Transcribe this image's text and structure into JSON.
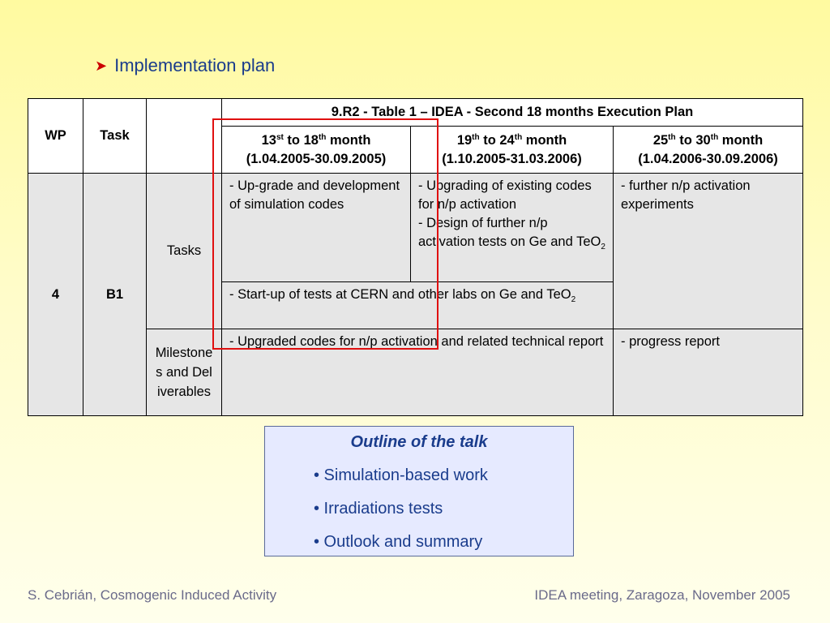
{
  "heading": {
    "bullet_icon": "arrow-bullet-icon",
    "text": "Implementation plan"
  },
  "table": {
    "title": "9.R2 - Table 1 – IDEA - Second 18 months Execution Plan",
    "col_wp": "WP",
    "col_task": "Task",
    "periods": [
      {
        "num": "13",
        "sup": "st",
        "mid": " to 18",
        "sup2": "th",
        "end": " month",
        "dates": "(1.04.2005-30.09.2005)"
      },
      {
        "num": "19",
        "sup": "th",
        "mid": " to 24",
        "sup2": "th",
        "end": " month",
        "dates": "(1.10.2005-31.03.2006)"
      },
      {
        "num": "25",
        "sup": "th",
        "mid": " to 30",
        "sup2": "th",
        "end": " month",
        "dates": "(1.04.2006-30.09.2006)"
      }
    ],
    "wp_value": "4",
    "task_value": "B1",
    "tasks_label": "Tasks",
    "tasks_p1": "- Up-grade and development of simulation codes",
    "tasks_p2_a": "- Upgrading of existing codes for n/p activation",
    "tasks_p2_b": "- Design of further n/p activation tests on Ge and TeO",
    "tasks_p2_b_sub": "2",
    "tasks_p3": "- further n/p activation experiments",
    "tasks_p12_row2": "- Start-up of tests at CERN and other labs on Ge and TeO",
    "tasks_p12_row2_sub": "2",
    "milestones_label": "Milestones and Deliverables",
    "milestones_p12": "- Upgraded codes for n/p activation and related technical report",
    "milestones_p3": "- progress report"
  },
  "outline": {
    "title": "Outline of the talk",
    "items": [
      "• Simulation-based work",
      "• Irradiations tests",
      "• Outlook and summary"
    ]
  },
  "footer": {
    "left": "S. Cebrián, Cosmogenic Induced Activity",
    "right": "IDEA meeting, Zaragoza, November 2005"
  },
  "colors": {
    "heading": "#1a3c8c",
    "bullet": "#cc0000",
    "highlight_box": "#e01010",
    "outline_bg": "#e6eaff"
  }
}
